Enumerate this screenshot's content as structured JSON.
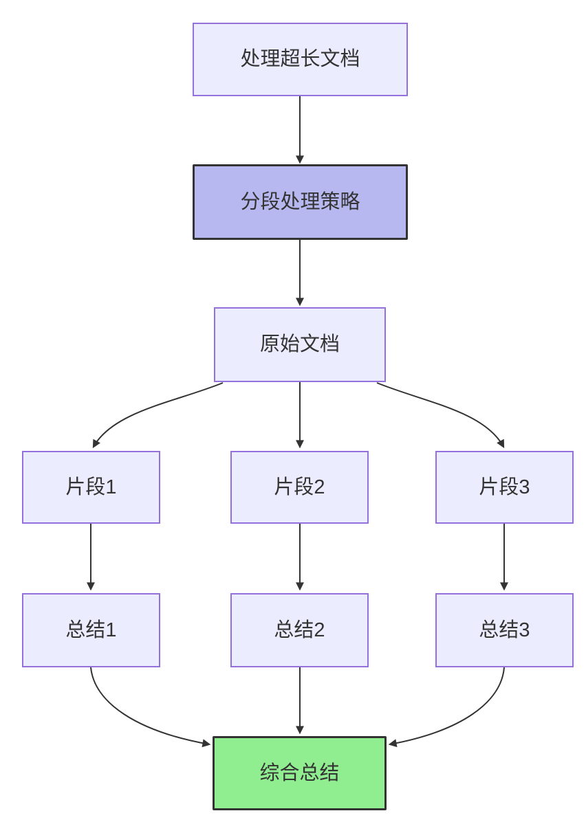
{
  "diagram": {
    "type": "flowchart",
    "direction": "top-down",
    "nodes": {
      "doc": "处理超长文档",
      "strategy": "分段处理策略",
      "original": "原始文档",
      "seg1": "片段1",
      "seg2": "片段2",
      "seg3": "片段3",
      "sum1": "总结1",
      "sum2": "总结2",
      "sum3": "总结3",
      "final": "综合总结"
    },
    "edges": [
      {
        "from": "doc",
        "to": "strategy"
      },
      {
        "from": "strategy",
        "to": "original"
      },
      {
        "from": "original",
        "to": "seg1"
      },
      {
        "from": "original",
        "to": "seg2"
      },
      {
        "from": "original",
        "to": "seg3"
      },
      {
        "from": "seg1",
        "to": "sum1"
      },
      {
        "from": "seg2",
        "to": "sum2"
      },
      {
        "from": "seg3",
        "to": "sum3"
      },
      {
        "from": "sum1",
        "to": "final"
      },
      {
        "from": "sum2",
        "to": "final"
      },
      {
        "from": "sum3",
        "to": "final"
      }
    ],
    "colors": {
      "background": "#FFFFFF",
      "node_fill": "#ECECFF",
      "node_border": "#9370DB",
      "strategy_fill": "#B8B8F0",
      "strong_border": "#333333",
      "final_fill": "#90EE90",
      "edge": "#333333",
      "text": "#333333"
    }
  }
}
